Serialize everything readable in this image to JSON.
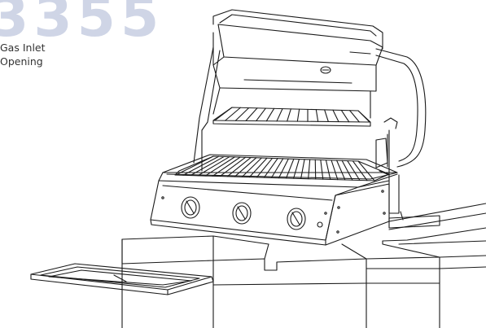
{
  "watermark": {
    "text": "3355",
    "color": "#a9b4d3"
  },
  "callout": {
    "line1": "Gas Inlet",
    "line2": "Opening"
  },
  "colors": {
    "line": "#1a1a1a",
    "background": "#ffffff"
  },
  "parts": {
    "knobs": 3,
    "grill_bars": 28,
    "warming_rack_bars": 16
  }
}
